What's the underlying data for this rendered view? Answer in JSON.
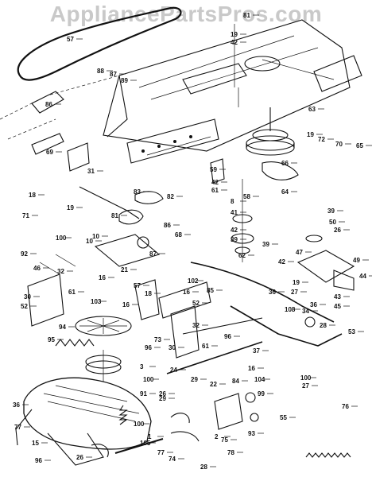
{
  "watermark": "AppliancePartsPros.com",
  "callouts": [
    "57",
    "81",
    "19",
    "42",
    "88",
    "87",
    "89",
    "86",
    "63",
    "19",
    "72",
    "70",
    "65",
    "69",
    "31",
    "59",
    "42",
    "61",
    "58",
    "66",
    "64",
    "18",
    "19",
    "71",
    "10",
    "100",
    "92",
    "83",
    "82",
    "81",
    "86",
    "68",
    "10",
    "87",
    "21",
    "8",
    "41",
    "42",
    "39",
    "39",
    "42",
    "39",
    "50",
    "26",
    "47",
    "49",
    "44",
    "46",
    "32",
    "30",
    "61",
    "52",
    "16",
    "103",
    "102",
    "62",
    "85",
    "36",
    "34",
    "57",
    "18",
    "16",
    "94",
    "16",
    "52",
    "32",
    "30",
    "61",
    "73",
    "96",
    "19",
    "27",
    "36",
    "28",
    "43",
    "45",
    "53",
    "96",
    "95",
    "3",
    "100",
    "91",
    "26",
    "29",
    "24",
    "29",
    "22",
    "16",
    "84",
    "104",
    "99",
    "100",
    "27",
    "36",
    "77",
    "15",
    "96",
    "26",
    "1",
    "100",
    "2",
    "93",
    "105",
    "77",
    "74",
    "75",
    "78",
    "76",
    "55",
    "108",
    "37",
    "28"
  ]
}
